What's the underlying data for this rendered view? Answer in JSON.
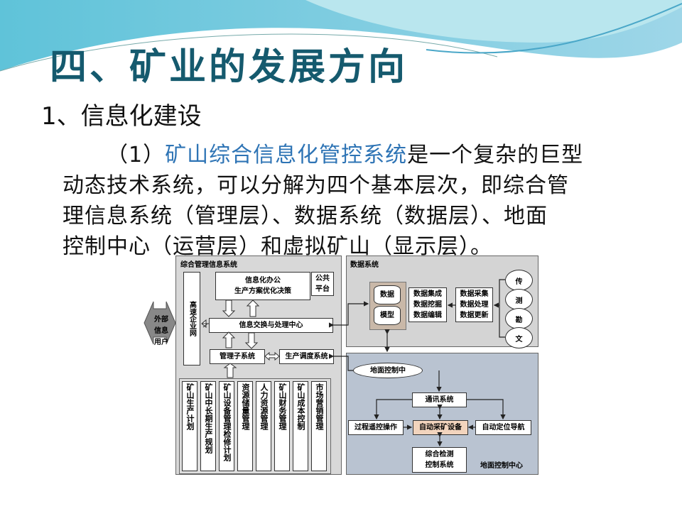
{
  "slide": {
    "title": "四、矿业的发展方向",
    "subtitle": "1、信息化建设",
    "para": {
      "prefix": "（1）",
      "highlight": "矿山综合信息化管控系统",
      "line1_rest": "是一个复杂的巨型",
      "line2": "动态技术系统，可以分解为四个基本层次，即综合管",
      "line3": "理信息系统（管理层）、数据系统（数据层）、地面",
      "line4": "控制中心（运营层）和虚拟矿山（显示层）。"
    }
  },
  "diagram": {
    "external": "外部信息用户",
    "mis": {
      "title": "综合管理信息系统",
      "network": "高速企业网",
      "office": "信息化办公\n生产方案优化决策",
      "platform": "公共平台",
      "exchange": "信息交换与处理中心",
      "mgmt": "管理子系统",
      "dispatch": "生产调度系统",
      "columns": [
        "矿山生产计划",
        "矿山中长期生产规划",
        "矿山设备管理检修计划",
        "资源储量管理",
        "人力资源管理",
        "矿山财务管理",
        "矿山成本控制",
        "市场营销管理"
      ]
    },
    "data": {
      "title": "数据系统",
      "db1": "数据",
      "db2": "模型",
      "box1": "数据集成\n数据挖掘\n数据编辑",
      "box2": "数据采集\n数据处理\n数据更新",
      "sources": [
        "传",
        "测",
        "勘",
        "文"
      ]
    },
    "ground": {
      "oval": "地面控制中",
      "comm": "通讯系统",
      "remote": "过程遥控操作",
      "auto": "自动采矿设备",
      "nav": "自动定位导航",
      "monitor": "综合检测\n控制系统",
      "label": "地面控制中心"
    }
  }
}
